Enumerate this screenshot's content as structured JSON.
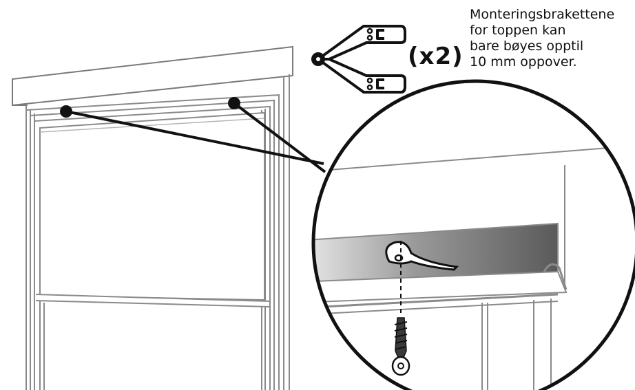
{
  "note": {
    "lines": [
      "Monteringsbrakettene",
      "for toppen kan",
      "bare bøyes opptil",
      "10 mm oppover."
    ]
  },
  "quantity": "(x2)",
  "colors": {
    "line": "#3a3a3a",
    "frame": "#8a8a8a",
    "shadow": "#5a5a5a",
    "highlight": "#eeeeee"
  }
}
